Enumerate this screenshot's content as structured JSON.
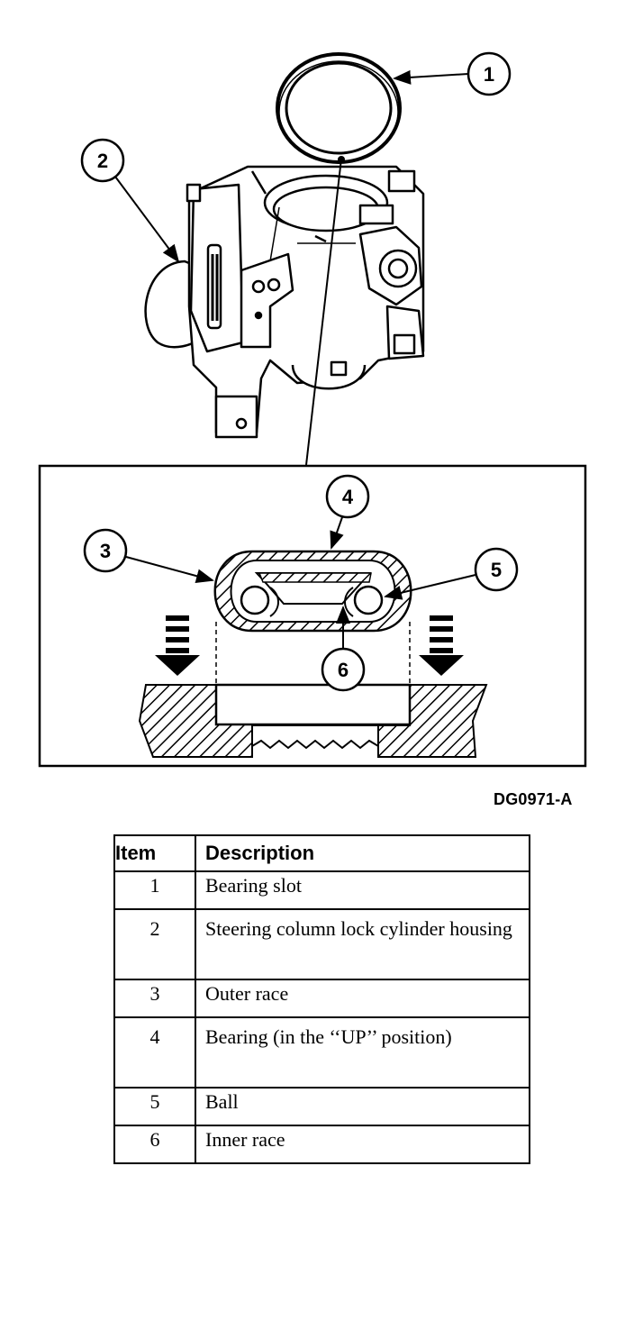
{
  "callouts": {
    "c1": "1",
    "c2": "2",
    "c3": "3",
    "c4": "4",
    "c5": "5",
    "c6": "6"
  },
  "figure_id": "DG0971-A",
  "legend": {
    "header_item": "Item",
    "header_description": "Description",
    "rows": [
      {
        "item": "1",
        "description": "Bearing slot"
      },
      {
        "item": "2",
        "description": "Steering column lock cylinder housing"
      },
      {
        "item": "3",
        "description": "Outer race"
      },
      {
        "item": "4",
        "description": "Bearing (in the ‘‘UP’’ position)"
      },
      {
        "item": "5",
        "description": "Ball"
      },
      {
        "item": "6",
        "description": "Inner race"
      }
    ]
  }
}
